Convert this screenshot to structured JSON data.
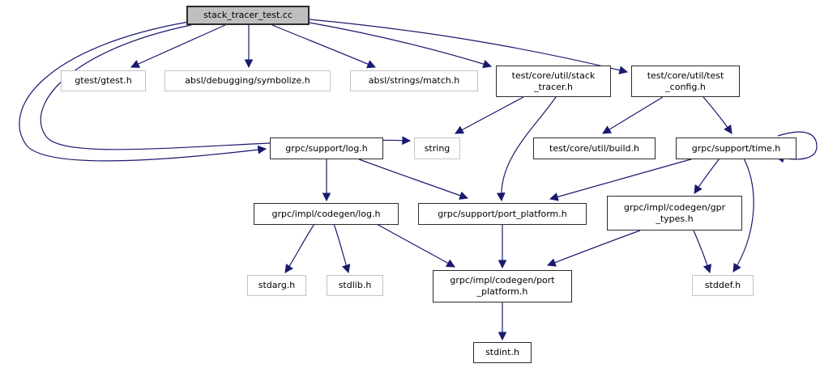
{
  "colors": {
    "edge": "#191970",
    "root_fill": "#bfbfbf",
    "internal_border": "#2b2b2b",
    "external_border": "#c3c3c3",
    "background": "#ffffff"
  },
  "nodes": [
    {
      "id": "root",
      "label": "stack_tracer_test.cc",
      "kind": "root"
    },
    {
      "id": "gtest",
      "label": "gtest/gtest.h",
      "kind": "external"
    },
    {
      "id": "symbolize",
      "label": "absl/debugging/symbolize.h",
      "kind": "external"
    },
    {
      "id": "match",
      "label": "absl/strings/match.h",
      "kind": "external"
    },
    {
      "id": "stacktracer",
      "label": "test/core/util/stack\n_tracer.h",
      "kind": "internal"
    },
    {
      "id": "testconfig",
      "label": "test/core/util/test\n_config.h",
      "kind": "internal"
    },
    {
      "id": "supportlog",
      "label": "grpc/support/log.h",
      "kind": "internal"
    },
    {
      "id": "string",
      "label": "string",
      "kind": "external"
    },
    {
      "id": "build",
      "label": "test/core/util/build.h",
      "kind": "internal"
    },
    {
      "id": "time",
      "label": "grpc/support/time.h",
      "kind": "internal"
    },
    {
      "id": "codegenlog",
      "label": "grpc/impl/codegen/log.h",
      "kind": "internal"
    },
    {
      "id": "supportpp",
      "label": "grpc/support/port_platform.h",
      "kind": "internal"
    },
    {
      "id": "gprtypes",
      "label": "grpc/impl/codegen/gpr\n_types.h",
      "kind": "internal"
    },
    {
      "id": "stdarg",
      "label": "stdarg.h",
      "kind": "external"
    },
    {
      "id": "stdlib",
      "label": "stdlib.h",
      "kind": "external"
    },
    {
      "id": "codegenpp",
      "label": "grpc/impl/codegen/port\n_platform.h",
      "kind": "internal"
    },
    {
      "id": "stddef",
      "label": "stddef.h",
      "kind": "external"
    },
    {
      "id": "stdint",
      "label": "stdint.h",
      "kind": "internal"
    }
  ],
  "edges": [
    {
      "from": "root",
      "to": "gtest"
    },
    {
      "from": "root",
      "to": "symbolize"
    },
    {
      "from": "root",
      "to": "match"
    },
    {
      "from": "root",
      "to": "stacktracer"
    },
    {
      "from": "root",
      "to": "testconfig"
    },
    {
      "from": "root",
      "to": "supportlog"
    },
    {
      "from": "root",
      "to": "string"
    },
    {
      "from": "stacktracer",
      "to": "string"
    },
    {
      "from": "stacktracer",
      "to": "supportpp"
    },
    {
      "from": "testconfig",
      "to": "build"
    },
    {
      "from": "testconfig",
      "to": "time"
    },
    {
      "from": "supportlog",
      "to": "codegenlog"
    },
    {
      "from": "supportlog",
      "to": "supportpp"
    },
    {
      "from": "time",
      "to": "gprtypes"
    },
    {
      "from": "time",
      "to": "supportpp"
    },
    {
      "from": "time",
      "to": "stddef"
    },
    {
      "from": "time",
      "to": "time"
    },
    {
      "from": "codegenlog",
      "to": "stdarg"
    },
    {
      "from": "codegenlog",
      "to": "stdlib"
    },
    {
      "from": "codegenlog",
      "to": "codegenpp"
    },
    {
      "from": "supportpp",
      "to": "codegenpp"
    },
    {
      "from": "gprtypes",
      "to": "codegenpp"
    },
    {
      "from": "gprtypes",
      "to": "stddef"
    },
    {
      "from": "codegenpp",
      "to": "stdint"
    }
  ]
}
